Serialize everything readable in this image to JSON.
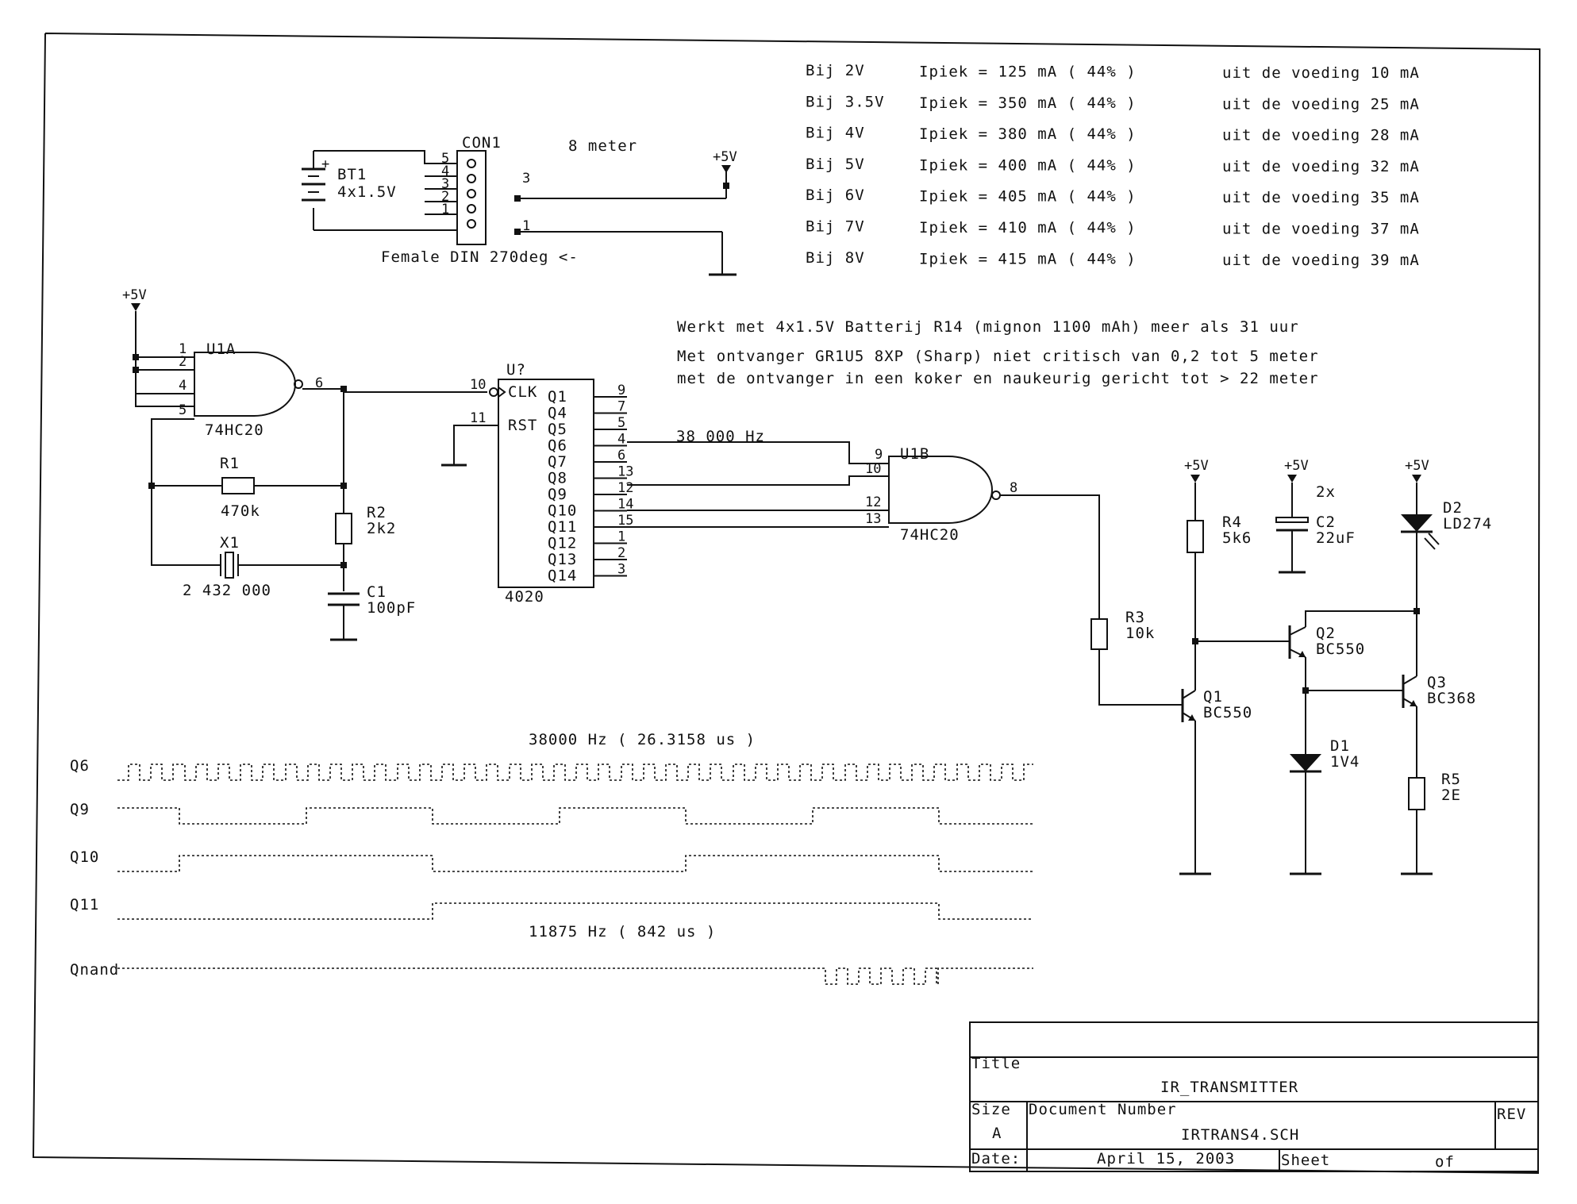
{
  "schematic": {
    "title_block": {
      "title_label": "Title",
      "title": "IR_TRANSMITTER",
      "size_label": "Size",
      "size": "A",
      "docnum_label": "Document Number",
      "docnum": "IRTRANS4.SCH",
      "rev_label": "REV",
      "date_label": "Date:",
      "date": "April 15, 2003",
      "sheet_label": "Sheet",
      "of_label": "of"
    },
    "notes": {
      "table": [
        {
          "v": "Bij 2V",
          "ipiek": "Ipiek = 125 mA ( 44% )",
          "supply": "uit de voeding 10 mA"
        },
        {
          "v": "Bij 3.5V",
          "ipiek": "Ipiek = 350 mA ( 44% )",
          "supply": "uit de voeding 25 mA"
        },
        {
          "v": "Bij 4V",
          "ipiek": "Ipiek = 380 mA ( 44% )",
          "supply": "uit de voeding 28 mA"
        },
        {
          "v": "Bij 5V",
          "ipiek": "Ipiek = 400 mA ( 44% )",
          "supply": "uit de voeding 32 mA"
        },
        {
          "v": "Bij 6V",
          "ipiek": "Ipiek = 405 mA ( 44% )",
          "supply": "uit de voeding 35 mA"
        },
        {
          "v": "Bij 7V",
          "ipiek": "Ipiek = 410 mA ( 44% )",
          "supply": "uit de voeding 37 mA"
        },
        {
          "v": "Bij 8V",
          "ipiek": "Ipiek = 415 mA ( 44% )",
          "supply": "uit de voeding 39 mA"
        }
      ],
      "battery": "Werkt met 4x1.5V  Batterij R14 (mignon 1100 mAh) meer als 31 uur",
      "receiver1": "Met ontvanger GR1U5 8XP (Sharp) niet critisch van 0,2 tot 5 meter",
      "receiver2": "met de ontvanger in een koker en naukeurig gericht tot > 22 meter"
    },
    "connector": {
      "ref": "CON1",
      "cable": "8 meter",
      "desc": "Female DIN 270deg <-",
      "pins": [
        "5",
        "4",
        "3",
        "2",
        "1"
      ],
      "net3": "3",
      "net1": "1",
      "bt_ref": "BT1",
      "bt_val": "4x1.5V",
      "bt_plus": "+"
    },
    "power_label": "+5V",
    "u1a": {
      "ref": "U1A",
      "part": "74HC20",
      "pins": [
        "1",
        "2",
        "4",
        "5"
      ],
      "out": "6"
    },
    "u1b": {
      "ref": "U1B",
      "part": "74HC20",
      "pins": [
        "9",
        "10",
        "12",
        "13"
      ],
      "out": "8"
    },
    "counter": {
      "ref": "U?",
      "part": "4020",
      "clk_pin": "10",
      "clk": "CLK",
      "rst_pin": "11",
      "rst": "RST",
      "outputs": [
        {
          "name": "Q1",
          "pin": "9"
        },
        {
          "name": "Q4",
          "pin": "7"
        },
        {
          "name": "Q5",
          "pin": "5"
        },
        {
          "name": "Q6",
          "pin": "4"
        },
        {
          "name": "Q7",
          "pin": "6"
        },
        {
          "name": "Q8",
          "pin": "13"
        },
        {
          "name": "Q9",
          "pin": "12"
        },
        {
          "name": "Q10",
          "pin": "14"
        },
        {
          "name": "Q11",
          "pin": "15"
        },
        {
          "name": "Q12",
          "pin": "1"
        },
        {
          "name": "Q13",
          "pin": "2"
        },
        {
          "name": "Q14",
          "pin": "3"
        }
      ],
      "q6_freq": "38 000 Hz"
    },
    "parts": {
      "r1": {
        "ref": "R1",
        "val": "470k"
      },
      "r2": {
        "ref": "R2",
        "val": "2k2"
      },
      "x1": {
        "ref": "X1",
        "val": "2 432 000"
      },
      "c1": {
        "ref": "C1",
        "val": "100pF"
      },
      "r3": {
        "ref": "R3",
        "val": "10k"
      },
      "r4": {
        "ref": "R4",
        "val": "5k6"
      },
      "c2": {
        "ref": "C2",
        "val": "22uF",
        "mult": "2x"
      },
      "d2": {
        "ref": "D2",
        "val": "LD274"
      },
      "q1": {
        "ref": "Q1",
        "val": "BC550"
      },
      "q2": {
        "ref": "Q2",
        "val": "BC550"
      },
      "q3": {
        "ref": "Q3",
        "val": "BC368"
      },
      "d1": {
        "ref": "D1",
        "val": "1V4"
      },
      "r5": {
        "ref": "R5",
        "val": "2E"
      }
    },
    "timing": {
      "top_note": "38000 Hz  ( 26.3158 us )",
      "mid_note": "11875 Hz  ( 842 us )",
      "signals": [
        "Q6",
        "Q9",
        "Q10",
        "Q11",
        "Qnand"
      ]
    }
  }
}
